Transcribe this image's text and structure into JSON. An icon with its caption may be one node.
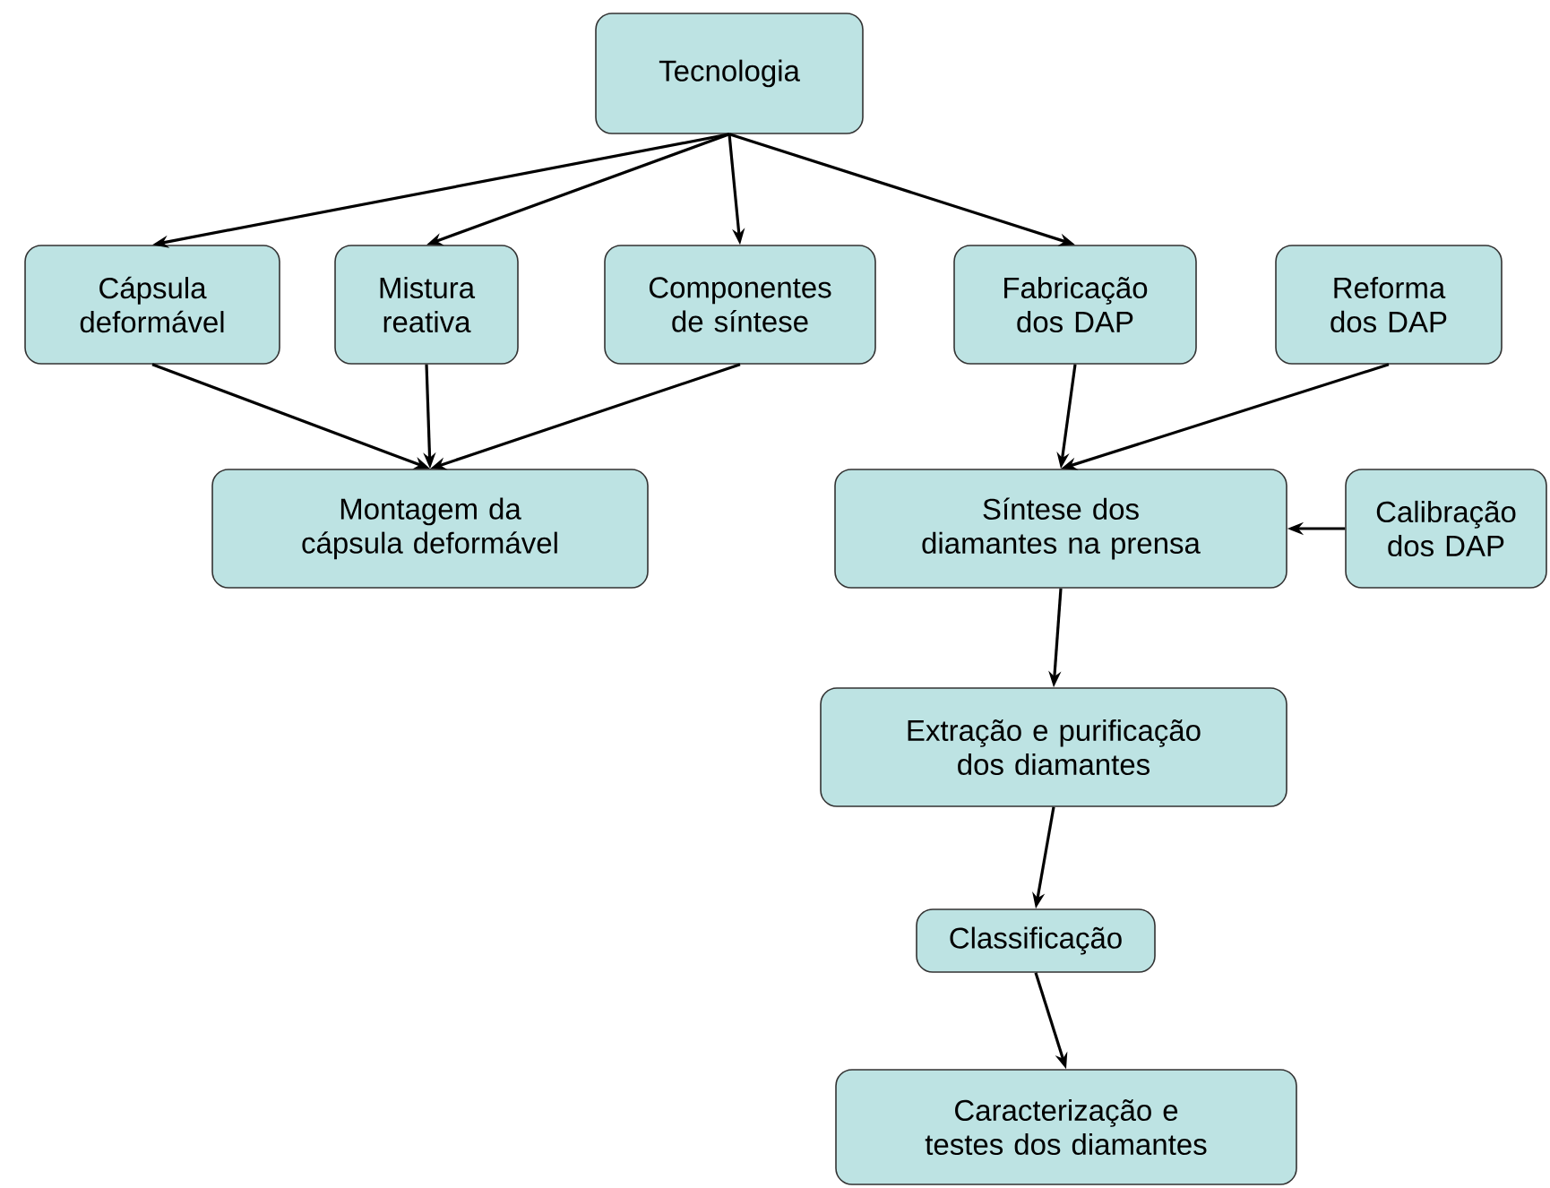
{
  "diagram": {
    "nodes": [
      {
        "text": [
          "Tecnologia"
        ]
      },
      {
        "text": [
          "Cápsula deformável"
        ]
      },
      {
        "text": [
          "Mistura reativa"
        ]
      },
      {
        "text": [
          "Componentes de síntese"
        ]
      },
      {
        "text": [
          "Fabricação dos DAP"
        ]
      },
      {
        "text": [
          "Reforma dos DAP"
        ]
      },
      {
        "text": [
          "Montagem da cápsula deformável"
        ]
      },
      {
        "text": [
          "Síntese dos diamantes na prensa"
        ]
      },
      {
        "text": [
          "Calibração dos DAP"
        ]
      },
      {
        "text": [
          "Extração e purificação dos diamantes"
        ]
      },
      {
        "text": [
          "Classificação"
        ]
      },
      {
        "text": [
          "Caracterização e testes dos diamantes"
        ]
      }
    ],
    "edges": [
      {
        "from": 0,
        "to": 1,
        "arrow": "to"
      },
      {
        "from": 0,
        "to": 2,
        "arrow": "to"
      },
      {
        "from": 0,
        "to": 3,
        "arrow": "to"
      },
      {
        "from": 0,
        "to": 4,
        "arrow": "to"
      },
      {
        "from": 1,
        "to": 6,
        "arrow": "to"
      },
      {
        "from": 2,
        "to": 6,
        "arrow": "to"
      },
      {
        "from": 3,
        "to": 6,
        "arrow": "to"
      },
      {
        "from": 4,
        "to": 7,
        "arrow": "to"
      },
      {
        "from": 5,
        "to": 7,
        "arrow": "to"
      },
      {
        "from": 8,
        "to": 7,
        "arrow": "to"
      },
      {
        "from": 7,
        "to": 9,
        "arrow": "to"
      },
      {
        "from": 9,
        "to": 10,
        "arrow": "to"
      },
      {
        "from": 10,
        "to": 11,
        "arrow": "to"
      }
    ]
  }
}
